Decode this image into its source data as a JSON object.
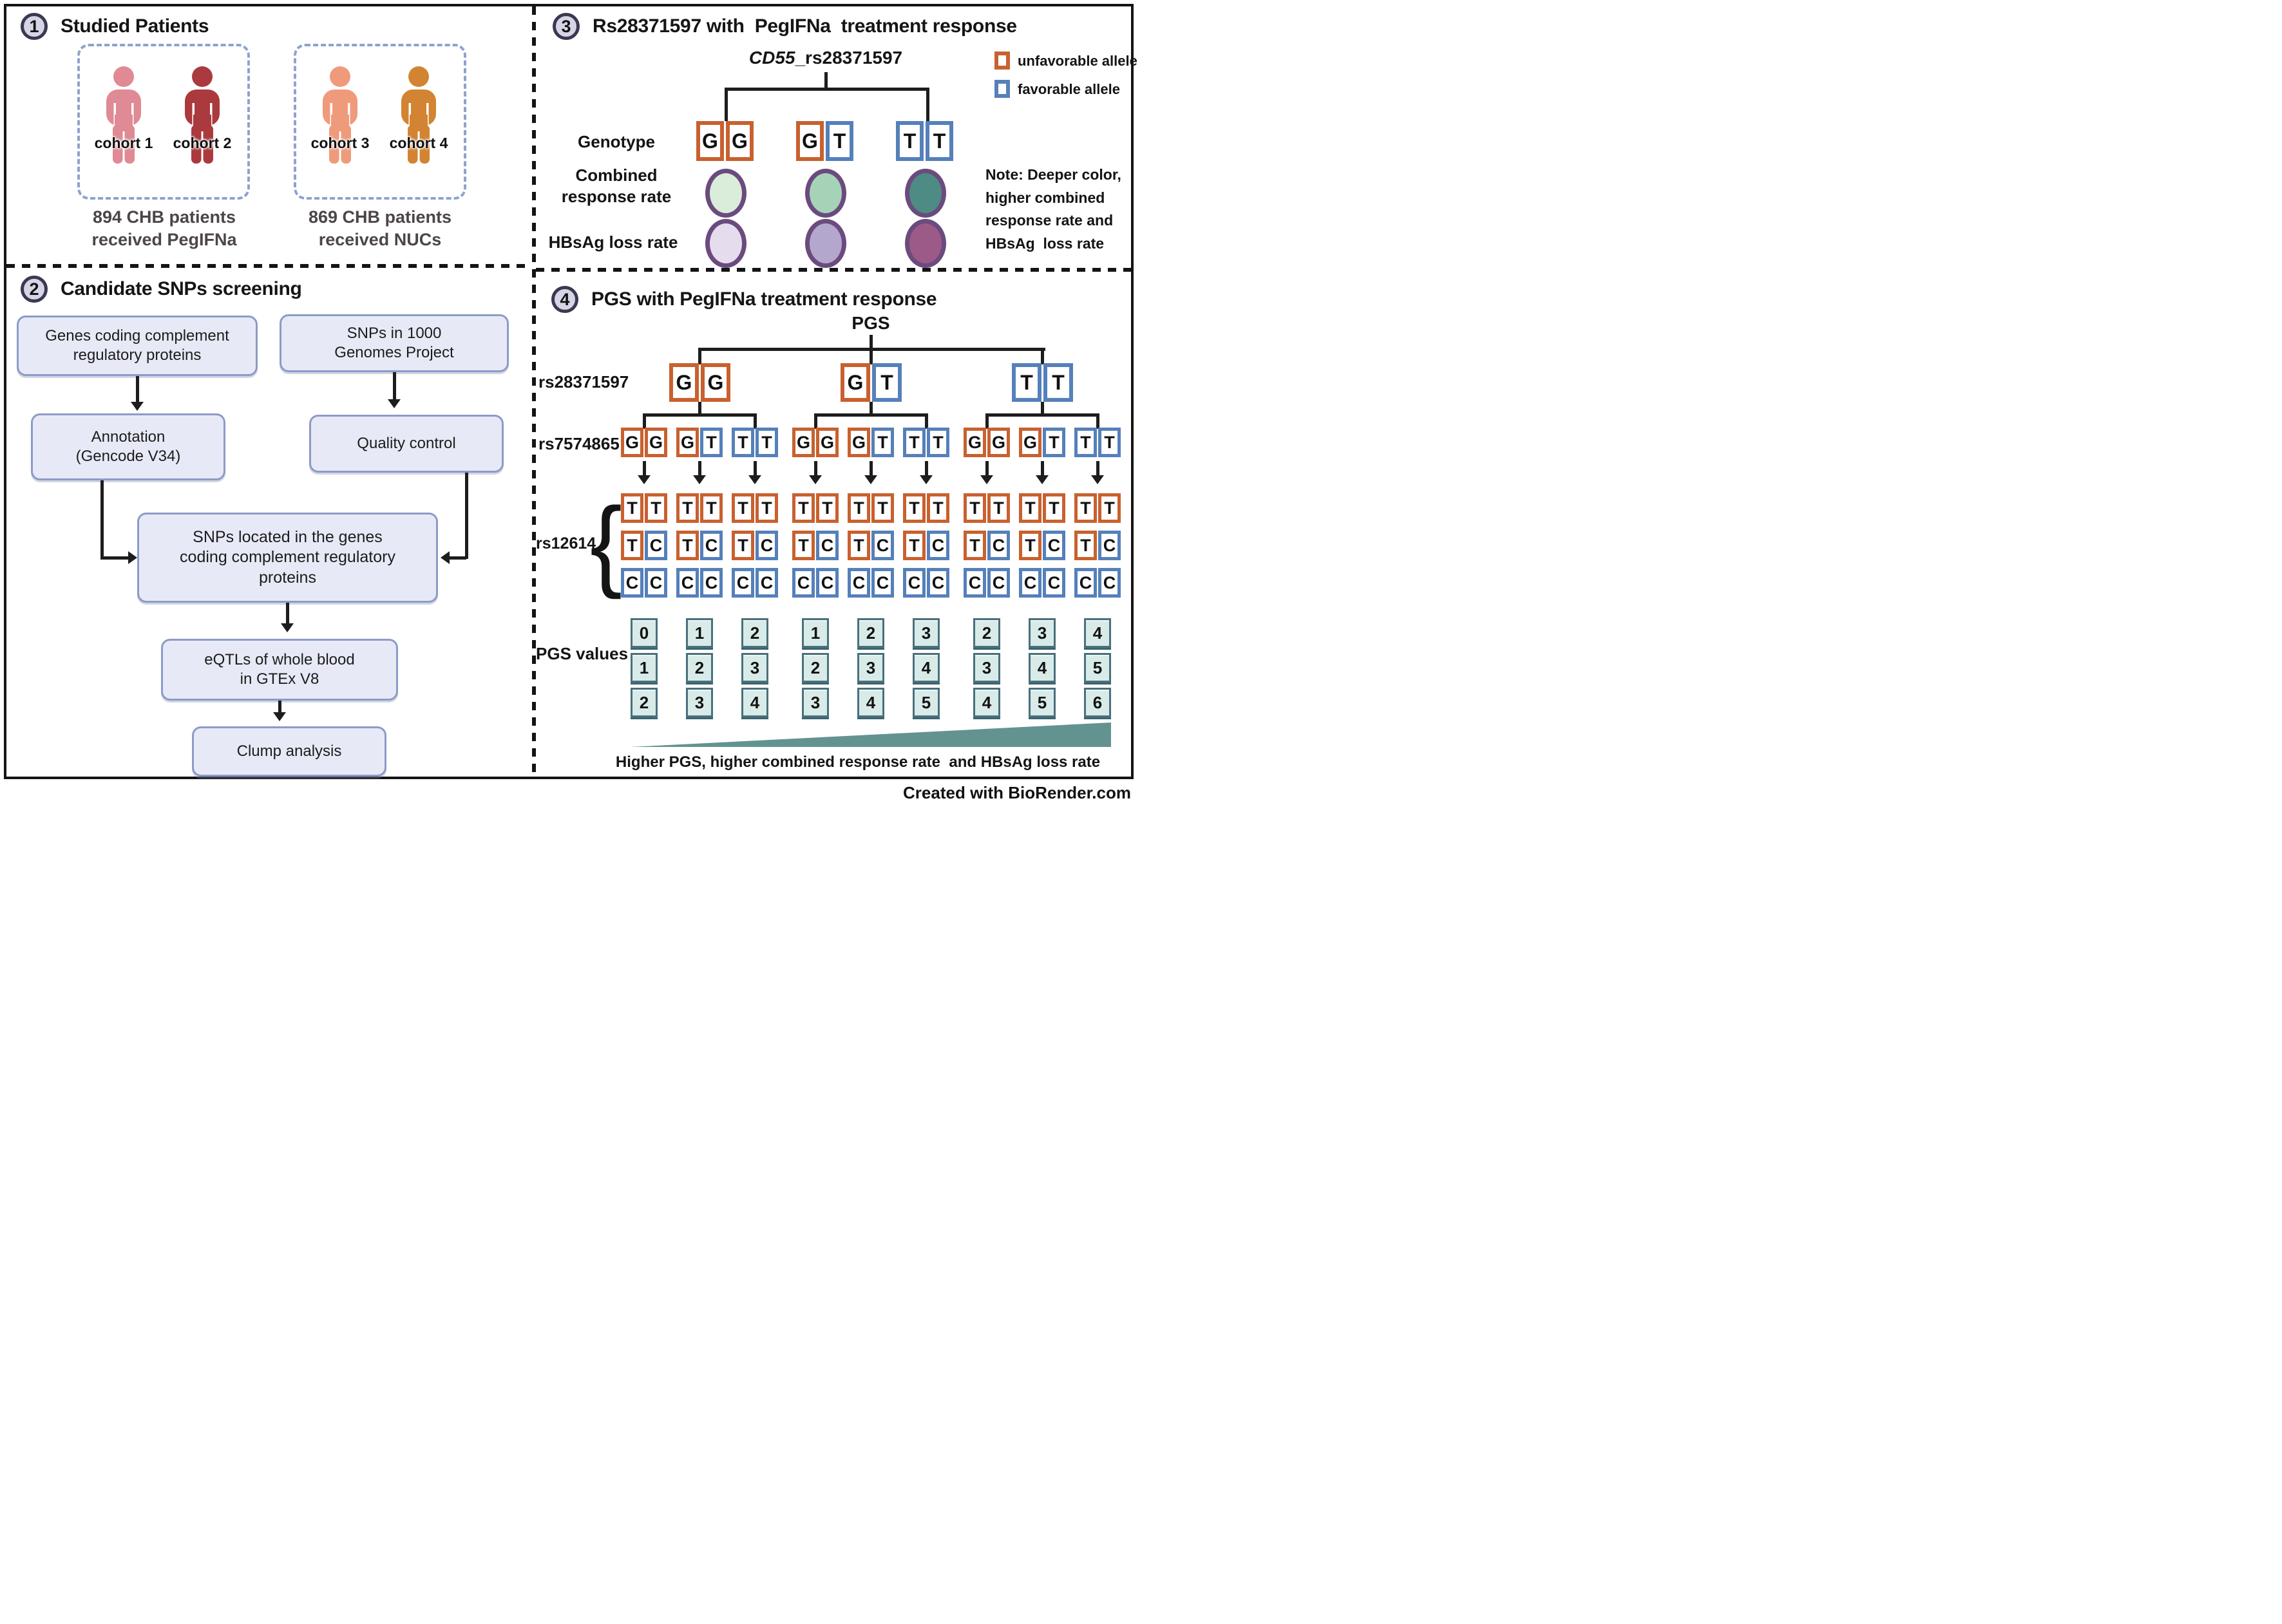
{
  "colors": {
    "unfavorable": "#c8612f",
    "favorable": "#5580ba",
    "line": "#1d1d1d",
    "flow_box_bg": "#e7eaf6",
    "flow_box_border": "#8c9bc8",
    "badge_bg": "#d6d5e6",
    "badge_border": "#3b3852",
    "dashed_box_border": "#8da3cf",
    "circle_border": "#6b4b7e",
    "pgs_box_bg": "#d9ebe8",
    "pgs_box_border": "#4a707d",
    "wedge": "#639390",
    "caption_text": "#4d4646"
  },
  "panel1": {
    "badge": "1",
    "title": "Studied Patients",
    "groups": [
      {
        "cohorts": [
          {
            "label": "cohort 1",
            "color": "#df8a94"
          },
          {
            "label": "cohort 2",
            "color": "#aa3a3e"
          }
        ],
        "caption": "894 CHB patients\nreceived PegIFNa"
      },
      {
        "cohorts": [
          {
            "label": "cohort 3",
            "color": "#f09a7c"
          },
          {
            "label": "cohort 4",
            "color": "#d28432"
          }
        ],
        "caption": "869 CHB patients\nreceived NUCs"
      }
    ]
  },
  "panel2": {
    "badge": "2",
    "title": "Candidate SNPs screening",
    "box_genes": "Genes coding complement\nregulatory proteins",
    "box_snps": "SNPs in 1000\nGenomes Project",
    "box_annotation": "Annotation\n(Gencode V34)",
    "box_qc": "Quality control",
    "box_located": "SNPs located in the genes\ncoding complement regulatory\nproteins",
    "box_eqtl": "eQTLs of whole blood\nin GTEx V8",
    "box_clump": "Clump analysis"
  },
  "panel3": {
    "badge": "3",
    "title": "Rs28371597 with  PegIFNa  treatment response",
    "gene_italic": "CD55",
    "gene_rest": "_rs28371597",
    "legend": [
      {
        "label": "unfavorable allele",
        "type": "u"
      },
      {
        "label": "favorable allele",
        "type": "f"
      }
    ],
    "row_labels": {
      "genotype": "Genotype",
      "combined": "Combined response rate",
      "hbsag": "HBsAg loss rate"
    },
    "genotypes": [
      [
        "G:u",
        "G:u"
      ],
      [
        "G:u",
        "T:f"
      ],
      [
        "T:f",
        "T:f"
      ]
    ],
    "combined_fills": [
      "#d9edda",
      "#a6d3b8",
      "#4d8b84"
    ],
    "hbsag_fills": [
      "#e5ddee",
      "#b4a7ce",
      "#9c5a88"
    ],
    "note": "Note: Deeper color,\nhigher combined\nresponse rate and\nHBsAg  loss rate"
  },
  "panel4": {
    "badge": "4",
    "title": "PGS with PegIFNa treatment response",
    "root_label": "PGS",
    "rs1_label": "rs28371597",
    "rs2_label": "rs7574865",
    "rs3_label": "rs12614",
    "pgs_values_label": "PGS values",
    "level1": [
      [
        "G:u",
        "G:u"
      ],
      [
        "G:u",
        "T:f"
      ],
      [
        "T:f",
        "T:f"
      ]
    ],
    "level2": [
      [
        "G:u",
        "G:u"
      ],
      [
        "G:u",
        "T:f"
      ],
      [
        "T:f",
        "T:f"
      ],
      [
        "G:u",
        "G:u"
      ],
      [
        "G:u",
        "T:f"
      ],
      [
        "T:f",
        "T:f"
      ],
      [
        "G:u",
        "G:u"
      ],
      [
        "G:u",
        "T:f"
      ],
      [
        "T:f",
        "T:f"
      ]
    ],
    "rs12614_rows": [
      [
        [
          "T:u",
          "T:u"
        ],
        [
          "T:u",
          "T:u"
        ],
        [
          "T:u",
          "T:u"
        ],
        [
          "T:u",
          "T:u"
        ],
        [
          "T:u",
          "T:u"
        ],
        [
          "T:u",
          "T:u"
        ],
        [
          "T:u",
          "T:u"
        ],
        [
          "T:u",
          "T:u"
        ],
        [
          "T:u",
          "T:u"
        ]
      ],
      [
        [
          "T:u",
          "C:f"
        ],
        [
          "T:u",
          "C:f"
        ],
        [
          "T:u",
          "C:f"
        ],
        [
          "T:u",
          "C:f"
        ],
        [
          "T:u",
          "C:f"
        ],
        [
          "T:u",
          "C:f"
        ],
        [
          "T:u",
          "C:f"
        ],
        [
          "T:u",
          "C:f"
        ],
        [
          "T:u",
          "C:f"
        ]
      ],
      [
        [
          "C:f",
          "C:f"
        ],
        [
          "C:f",
          "C:f"
        ],
        [
          "C:f",
          "C:f"
        ],
        [
          "C:f",
          "C:f"
        ],
        [
          "C:f",
          "C:f"
        ],
        [
          "C:f",
          "C:f"
        ],
        [
          "C:f",
          "C:f"
        ],
        [
          "C:f",
          "C:f"
        ],
        [
          "C:f",
          "C:f"
        ]
      ]
    ],
    "pgs_columns": [
      [
        0,
        1,
        2
      ],
      [
        1,
        2,
        3
      ],
      [
        2,
        3,
        4
      ],
      [
        1,
        2,
        3
      ],
      [
        2,
        3,
        4
      ],
      [
        3,
        4,
        5
      ],
      [
        2,
        3,
        4
      ],
      [
        3,
        4,
        5
      ],
      [
        4,
        5,
        6
      ]
    ],
    "wedge_caption": "Higher PGS, higher combined response rate  and HBsAg loss rate"
  },
  "footer": {
    "credit": "Created with BioRender.com"
  }
}
